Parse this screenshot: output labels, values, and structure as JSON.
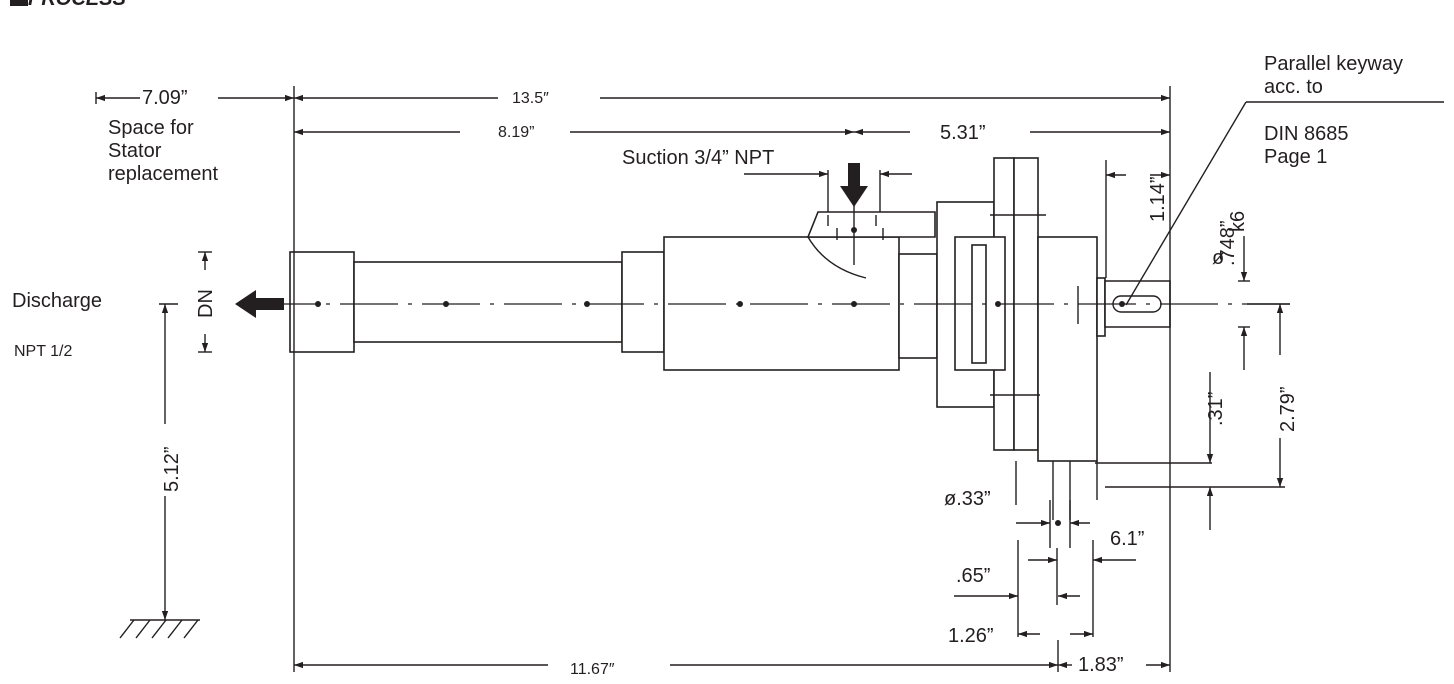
{
  "header": {
    "logo_text": "PROCESS"
  },
  "labels": {
    "parallel_keyway_line1": "Parallel keyway",
    "parallel_keyway_line2": "acc. to",
    "din_line1": "DIN 8685",
    "din_line2": "Page 1",
    "space_line1": "Space for",
    "space_line2": "Stator",
    "space_line3": "replacement",
    "suction": "Suction 3/4” NPT",
    "discharge": "Discharge",
    "npt": "NPT 1/2",
    "dn": "DN",
    "dia_symbol": "ø",
    "k6": "k6"
  },
  "dimensions": {
    "stator_space": "7.09”",
    "overall_top": "13.5″",
    "to_suction": "8.19”",
    "suction_to_end": "5.31”",
    "key_offset": "1.14”",
    "shaft_dia": ".748”",
    "mount_dist": ".31”",
    "shaft_height": "2.79”",
    "centre_height": "5.12”",
    "hole_dia": "ø.33”",
    "hole_span": "6.1”",
    "foot_width": ".65”",
    "foot_span": "1.26”",
    "overall_bottom": "11.67″",
    "shaft_length": "1.83”"
  }
}
